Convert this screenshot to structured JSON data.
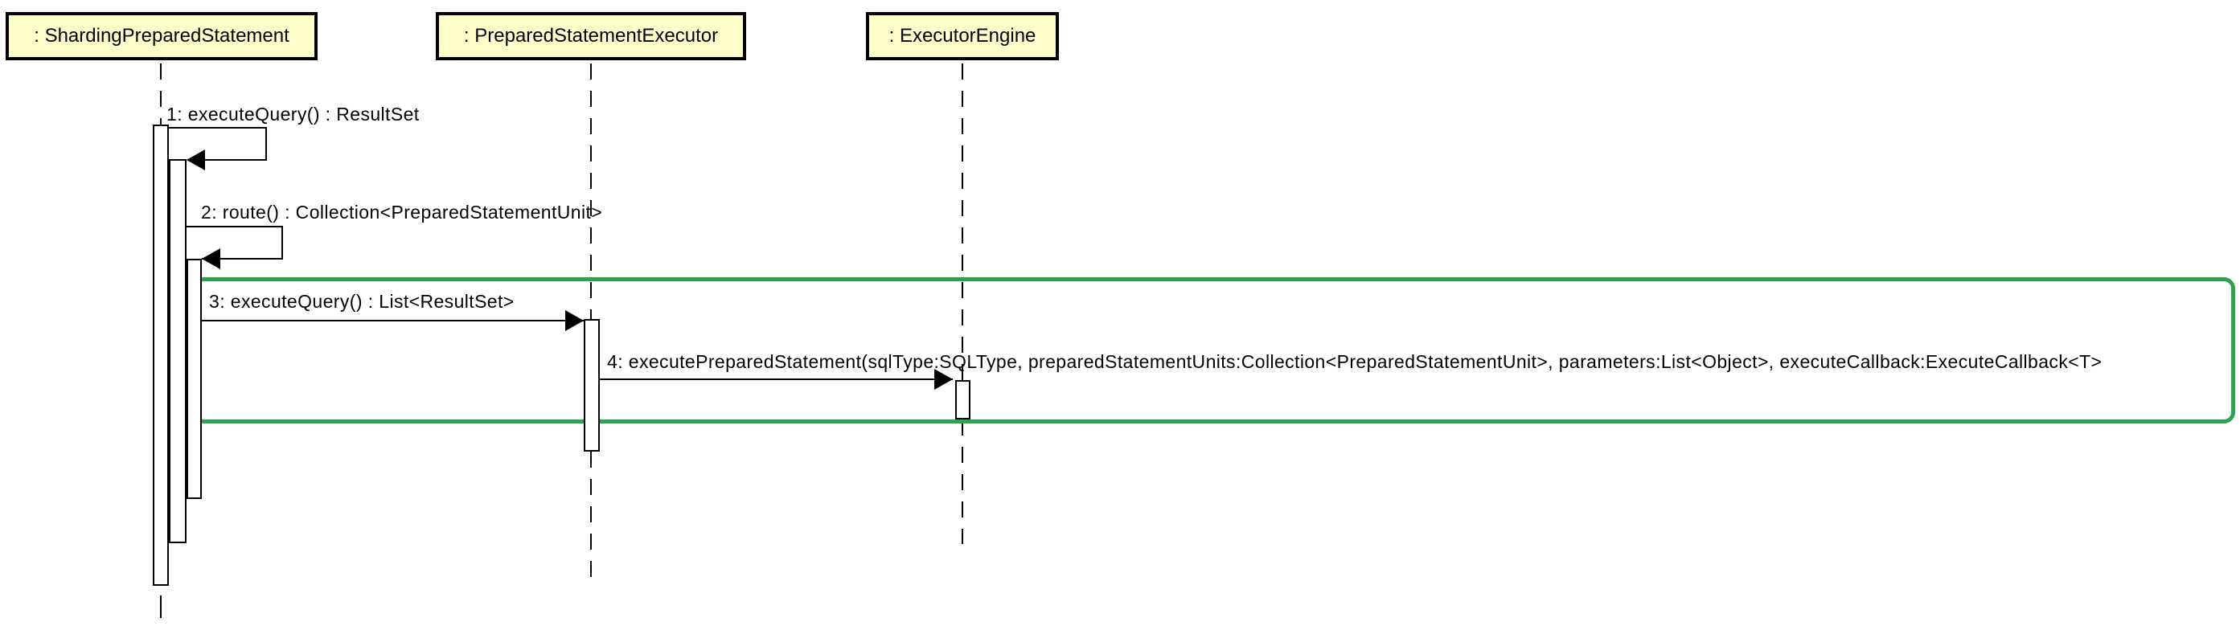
{
  "diagram": {
    "type": "uml-sequence-diagram",
    "lifelines": [
      {
        "label": ": ShardingPreparedStatement"
      },
      {
        "label": ": PreparedStatementExecutor"
      },
      {
        "label": ": ExecutorEngine"
      }
    ],
    "messages": [
      {
        "label": "1: executeQuery() : ResultSet",
        "kind": "self-call",
        "from": ": ShardingPreparedStatement",
        "to": ": ShardingPreparedStatement"
      },
      {
        "label": "2: route() : Collection<PreparedStatementUnit>",
        "kind": "self-call",
        "from": ": ShardingPreparedStatement",
        "to": ": ShardingPreparedStatement"
      },
      {
        "label": "3: executeQuery() : List<ResultSet>",
        "kind": "call",
        "from": ": ShardingPreparedStatement",
        "to": ": PreparedStatementExecutor"
      },
      {
        "label": "4: executePreparedStatement(sqlType:SQLType, preparedStatementUnits:Collection<PreparedStatementUnit>, parameters:List<Object>, executeCallback:ExecuteCallback<T>",
        "kind": "call",
        "from": ": PreparedStatementExecutor",
        "to": ": ExecutorEngine"
      }
    ],
    "highlight_frame": {
      "encloses_messages": [
        "3",
        "4"
      ],
      "border_color": "#2da350"
    },
    "colors": {
      "lifeline_head_fill": "#ffffcc",
      "stroke": "#000000",
      "frame_border": "#2da350",
      "background": "#ffffff"
    }
  }
}
